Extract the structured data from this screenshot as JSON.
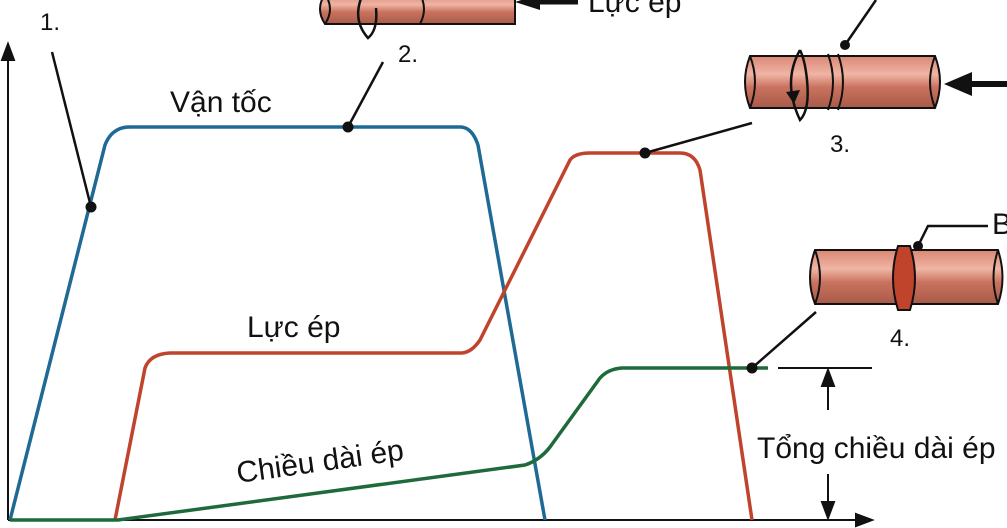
{
  "labels": {
    "velocity": "Vận tốc",
    "force": "Lực ép",
    "length": "Chiều dài ép",
    "total_length": "Tổng chiều dài ép",
    "force_arrow": "Lực ép",
    "bulge": "Bavia"
  },
  "steps": [
    "1.",
    "2.",
    "3.",
    "4."
  ],
  "colors": {
    "velocity": "#1f6a95",
    "force": "#c0432c",
    "length": "#1e6a3a",
    "pipe": "#c9735f",
    "pipe_light": "#e6a898",
    "ink": "#111111"
  },
  "icons": [
    "rotation-arrow-icon",
    "push-arrow-icon"
  ]
}
